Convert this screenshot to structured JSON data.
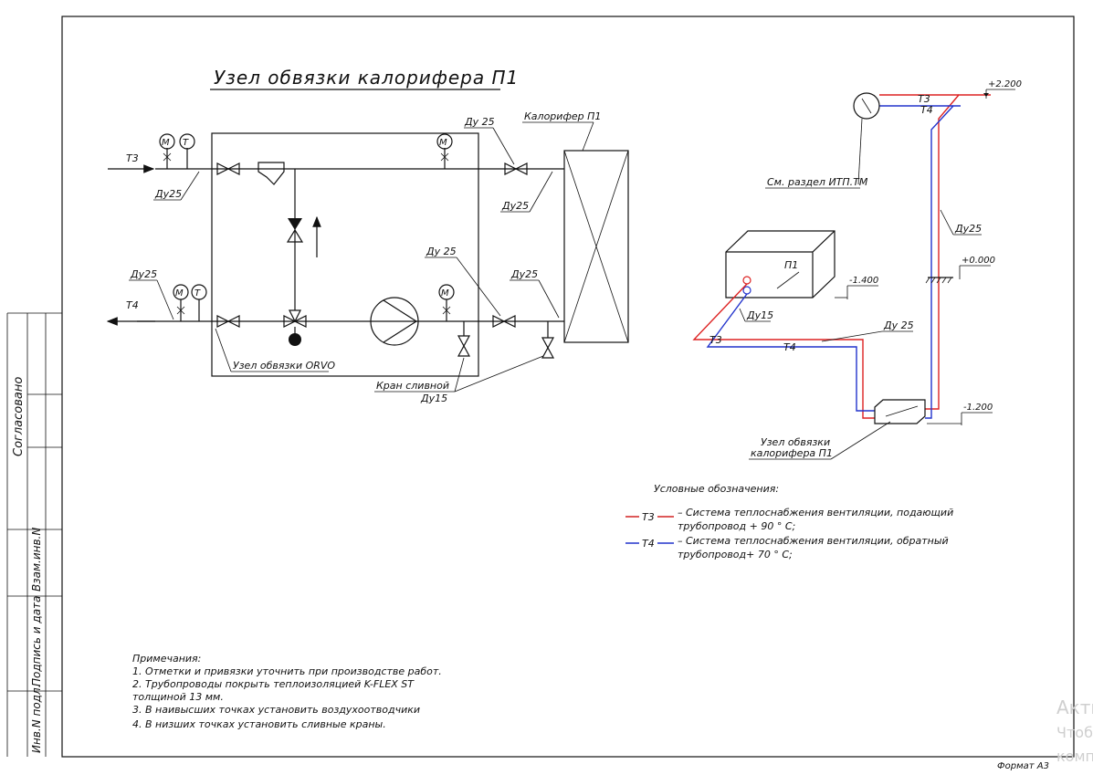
{
  "title": "Узел обвязки калорифера П1",
  "format": "Формат  А3",
  "side": {
    "agreed": "Согласовано",
    "inv_orig": "Инв.N подл.",
    "sign_date": "Подпись и дата",
    "vzam_inv": "Взам.инв.N"
  },
  "scheme": {
    "t3": "Т3",
    "t4": "Т4",
    "du25": "Ду25",
    "du25_sp": "Ду 25",
    "heater": "Калорифер П1",
    "orvo": "Узел обвязки ORVO",
    "drain": "Кран сливной",
    "du15": "Ду15",
    "m": "M",
    "t": "T"
  },
  "iso": {
    "p1": "П1",
    "t3": "Т3",
    "t4": "Т4",
    "see": "См. раздел ИТП.ТМ",
    "du25": "Ду25",
    "du25_sp": "Ду 25",
    "du15": "Ду15",
    "lvl1": "+2.200",
    "lvl2": "+0.000",
    "lvl3": "-1.400",
    "lvl4": "-1.200",
    "node1": "Узел обвязки",
    "node2": "калорифера П1"
  },
  "legend": {
    "heading": "Условные обозначения:",
    "t3_code": "Т3",
    "t3_l1": "– Система теплоснабжения вентиляции, подающий",
    "t3_l2": "трубопровод + 90 ° С;",
    "t4_code": "Т4",
    "t4_l1": "– Система теплоснабжения вентиляции, обратный",
    "t4_l2": "трубопровод+ 70 ° С;",
    "t3_color": "#d22222",
    "t4_color": "#2233cc"
  },
  "notes": {
    "heading": "Примечания:",
    "n1": "1. Отметки и привязки уточнить при производстве работ.",
    "n2a": "2. Трубопроводы покрыть теплоизоляцией K-FLEX ST",
    "n2b": "толщиной 13 мм.",
    "n3": "3. В наивысших точках установить воздухоотводчики",
    "n4": "4. В низших точках установить сливные краны."
  },
  "watermark": {
    "w1": "Акти",
    "w2": "Чтоб",
    "w3": "комп"
  }
}
